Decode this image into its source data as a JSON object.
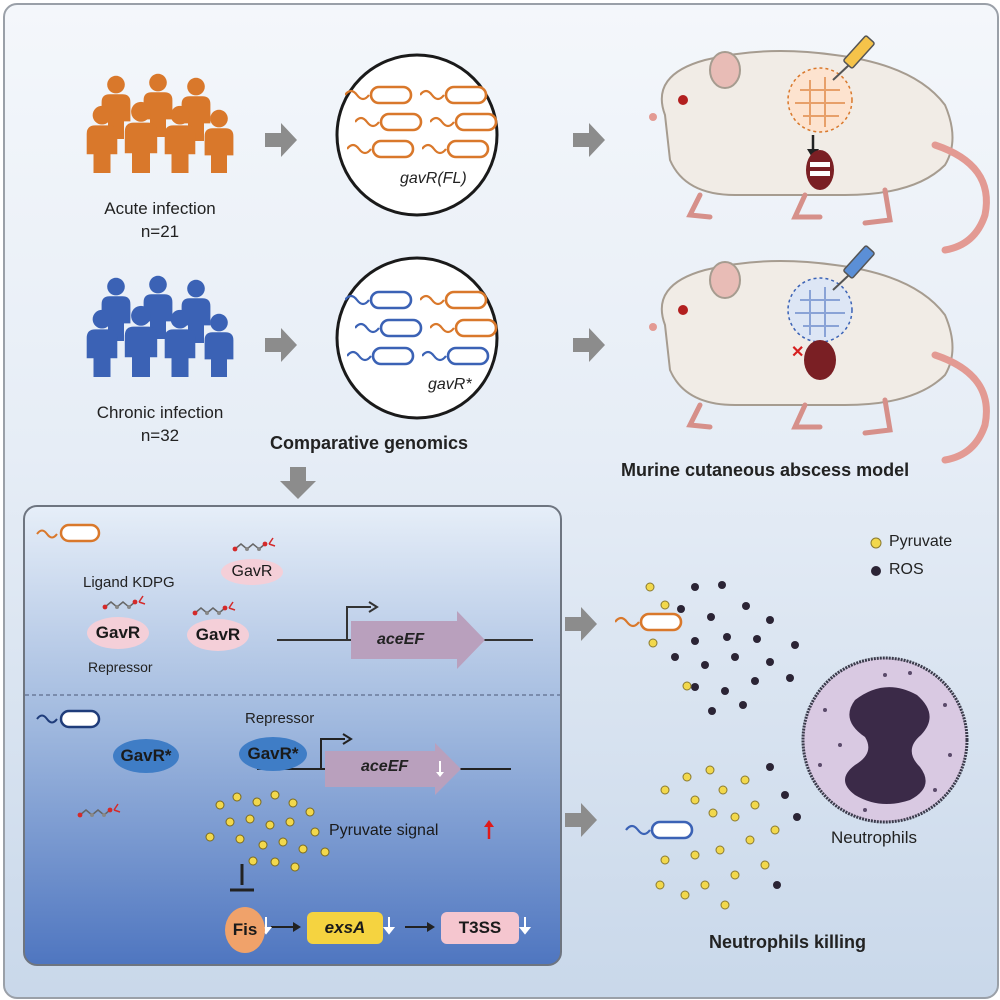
{
  "groups": {
    "acute_label": "Acute infection",
    "acute_n": "n=21",
    "chronic_label": "Chronic infection",
    "chronic_n": "n=32"
  },
  "genomics": {
    "acute_gene": "gavR(FL)",
    "chronic_gene": "gavR*",
    "caption": "Comparative genomics"
  },
  "murine": {
    "caption": "Murine cutaneous abscess model"
  },
  "mechanism": {
    "ligand_label": "Ligand KDPG",
    "gavr_label": "GavR",
    "repressor_label": "Repressor",
    "gene_label": "aceEF",
    "gavr_star_label": "GavR*",
    "pyruvate_signal": "Pyruvate signal",
    "fis": "Fis",
    "exsA": "exsA",
    "t3ss": "T3SS"
  },
  "legend": {
    "pyruvate": "Pyruvate",
    "ros": "ROS"
  },
  "outcome": {
    "neutrophils": "Neutrophils",
    "killing": "Neutrophils killing"
  },
  "colors": {
    "acute": "#d9782b",
    "chronic": "#3b62b5",
    "arrow_gray": "#8c8c8c",
    "pyruvate": "#f2d84c",
    "ros": "#2b2435",
    "gavr_pink": "#f4cfd8",
    "gavr_star_blue": "#3f7dc6",
    "gene_arrow": "#b9a0bd",
    "fis_orange": "#f0a26a",
    "exsA_yellow": "#f5d340",
    "t3ss_pink": "#f5c6cf"
  },
  "icons": [
    "people-group-icon",
    "bacteria-icon",
    "mouse-icon",
    "syringe-icon",
    "neutrophil-icon",
    "kdpg-molecule-icon"
  ]
}
